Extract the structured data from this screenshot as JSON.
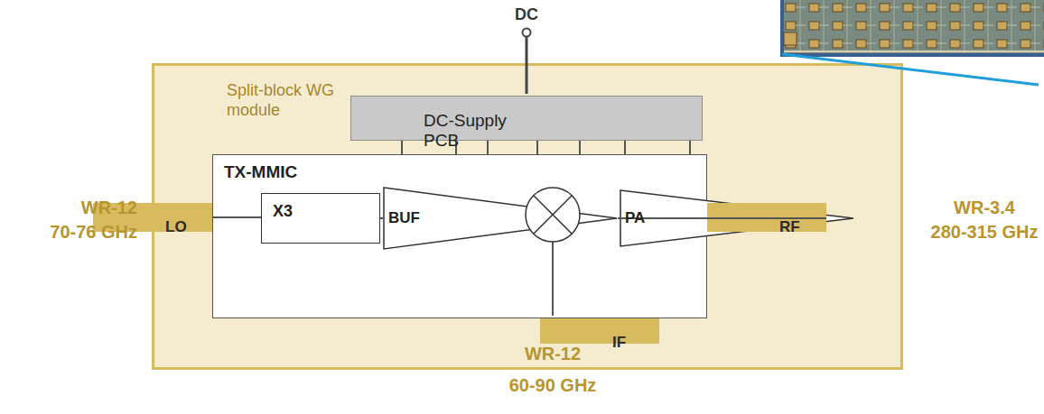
{
  "diagram": {
    "nodes": [
      {
        "text": [
          "Split-block WG module"
        ]
      },
      {
        "text": [
          "DC-Supply PCB"
        ],
        "in": 0
      },
      {
        "text": [
          "TX-MMIC"
        ],
        "in": 0
      },
      {
        "text": [
          "LO"
        ],
        "in": 0
      },
      {
        "text": [
          "X3"
        ],
        "in": 2
      },
      {
        "text": [
          "BUF"
        ],
        "in": 2
      },
      {
        "text": [
          "PA"
        ],
        "in": 2
      },
      {
        "text": [
          "RF"
        ],
        "in": 0
      },
      {
        "text": [
          "IF"
        ],
        "in": 0
      }
    ],
    "edges": [
      {
        "from": 3,
        "to": 4,
        "arrow": "none"
      },
      {
        "from": 4,
        "to": 5,
        "arrow": "none"
      },
      {
        "from": 5,
        "to": 6,
        "arrow": "none"
      },
      {
        "from": 6,
        "to": 7,
        "arrow": "none"
      },
      {
        "from": 1,
        "to": 2,
        "arrow": "none"
      },
      {
        "from": 1,
        "to": 2,
        "arrow": "none"
      },
      {
        "from": 1,
        "to": 2,
        "arrow": "none"
      },
      {
        "from": 1,
        "to": 2,
        "arrow": "none"
      },
      {
        "from": 1,
        "to": 2,
        "arrow": "none"
      },
      {
        "from": 1,
        "to": 2,
        "arrow": "none"
      },
      {
        "from": 1,
        "to": 2,
        "arrow": "none"
      }
    ],
    "labels": [
      "DC",
      "WR-12",
      "70-76 GHz",
      "WR-3.4",
      "280-315 GHz",
      "WR-12",
      "60-90 GHz"
    ]
  }
}
